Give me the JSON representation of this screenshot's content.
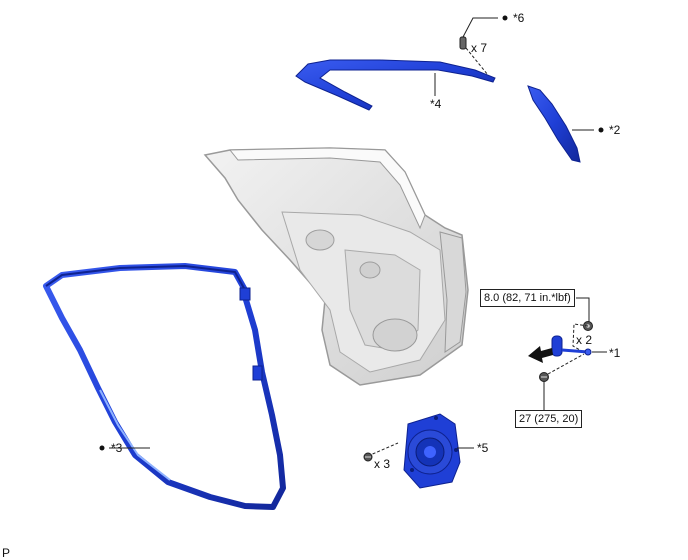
{
  "callouts": {
    "c1": "*1",
    "c2": "*2",
    "c3": "*3",
    "c4": "*4",
    "c5": "*5",
    "c6": "*6"
  },
  "quantities": {
    "q_clip": "x 7",
    "q_nut": "x 2",
    "q_screw": "x 3"
  },
  "torques": {
    "t_nut": "8.0 (82, 71 in.*lbf)",
    "t_bolt": "27 (275, 20)"
  },
  "corner_code": "P",
  "colors": {
    "part_blue": "#1f3fd6",
    "door_grey": "#e4e4e4",
    "line": "#222222"
  }
}
